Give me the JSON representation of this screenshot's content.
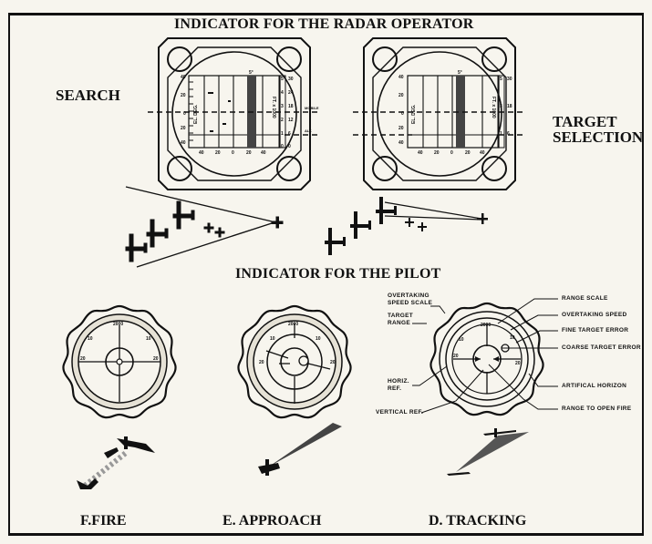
{
  "figure": {
    "top_heading": "INDICATOR FOR THE RADAR OPERATOR",
    "middle_heading": "INDICATOR FOR THE PILOT",
    "phase_labels": {
      "search": "SEARCH",
      "target_selection_line1": "TARGET",
      "target_selection_line2": "SELECTION"
    },
    "radar_scope": {
      "left_scale_label": "EL. DEG.",
      "left_scale_ticks": [
        "40",
        "20",
        "0",
        "20",
        "40"
      ],
      "bottom_scale_ticks": [
        "40",
        "20",
        "0",
        "20",
        "40"
      ],
      "right_scale_label": "FT. x 1000",
      "right_scale_ticks_inner": [
        "5",
        "4",
        "3",
        "2",
        "1",
        "0"
      ],
      "right_scale_ticks_outer": [
        "30",
        "24",
        "18",
        "12",
        "6",
        "0"
      ],
      "top_marker": "5°",
      "line_tag_upper": "MOBILE",
      "line_tag_lower": "ALT."
    },
    "pilot_dial": {
      "range_top": "2000",
      "scale_left": "10",
      "scale_right": "10",
      "scale_left_horizontal": "20",
      "scale_right_horizontal": "20"
    },
    "callouts": {
      "overtaking_speed_scale_1": "OVERTAKING",
      "overtaking_speed_scale_2": "SPEED SCALE",
      "target_range_1": "TARGET",
      "target_range_2": "RANGE",
      "horiz_ref_1": "HORIZ.",
      "horiz_ref_2": "REF.",
      "vertical_ref": "VERTICAL REF.",
      "range_scale": "RANGE SCALE",
      "overtaking_speed": "OVERTAKING SPEED",
      "fine_target_error": "FINE TARGET ERROR",
      "coarse_target_error": "COARSE TARGET ERROR",
      "artificial_horizon": "ARTIFICAL HORIZON",
      "range_to_open_fire": "RANGE TO OPEN FIRE"
    },
    "captions": {
      "fire": "F.FIRE",
      "approach": "E. APPROACH",
      "tracking": "D. TRACKING"
    }
  }
}
